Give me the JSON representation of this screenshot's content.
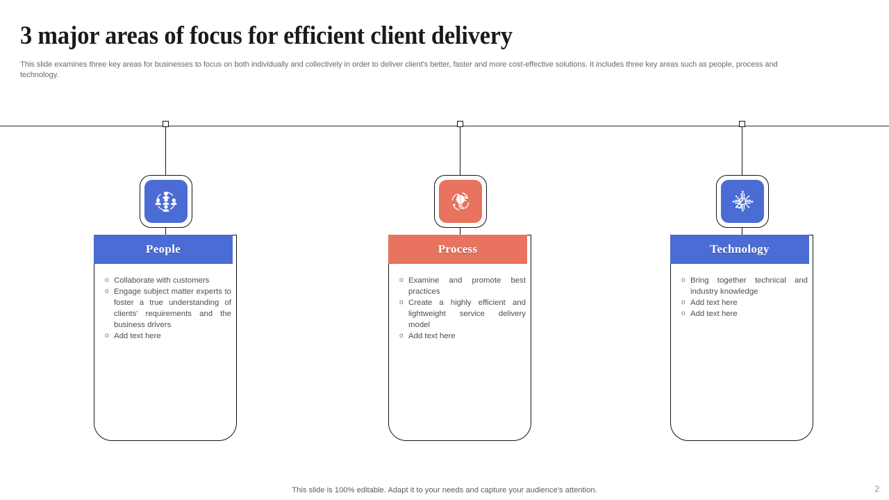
{
  "header": {
    "title": "3 major areas of focus for efficient client delivery",
    "subtitle": "This slide examines three key areas for businesses to focus on both individually and collectively in order to deliver client's better, faster and more cost-effective solutions. It includes three key areas such as people, process and technology."
  },
  "colors": {
    "blue": "#4A6CD4",
    "orange": "#E8735E",
    "line": "#111111",
    "body_text": "#4d4d4d",
    "subtitle_text": "#6b6b6b"
  },
  "columns": [
    {
      "id": "people",
      "label": "People",
      "icon": "people-network-icon",
      "color": "#4A6CD4",
      "bullets": [
        "Collaborate with customers",
        "Engage subject matter experts to foster a true understanding of clients' requirements and the business drivers",
        "Add text here"
      ]
    },
    {
      "id": "process",
      "label": "Process",
      "icon": "lightbulb-gear-cycle-icon",
      "color": "#E8735E",
      "bullets": [
        "Examine and promote best practices",
        "Create a highly efficient and lightweight service delivery model",
        "Add text here"
      ]
    },
    {
      "id": "technology",
      "label": "Technology",
      "icon": "circuit-chip-icon",
      "color": "#4A6CD4",
      "bullets": [
        "Bring together technical and industry knowledge",
        "Add text here",
        "Add text here"
      ]
    }
  ],
  "bullet_marker": "o",
  "footer": {
    "note": "This slide is 100% editable. Adapt it to your needs and capture your audience's attention.",
    "page_number": "2"
  }
}
